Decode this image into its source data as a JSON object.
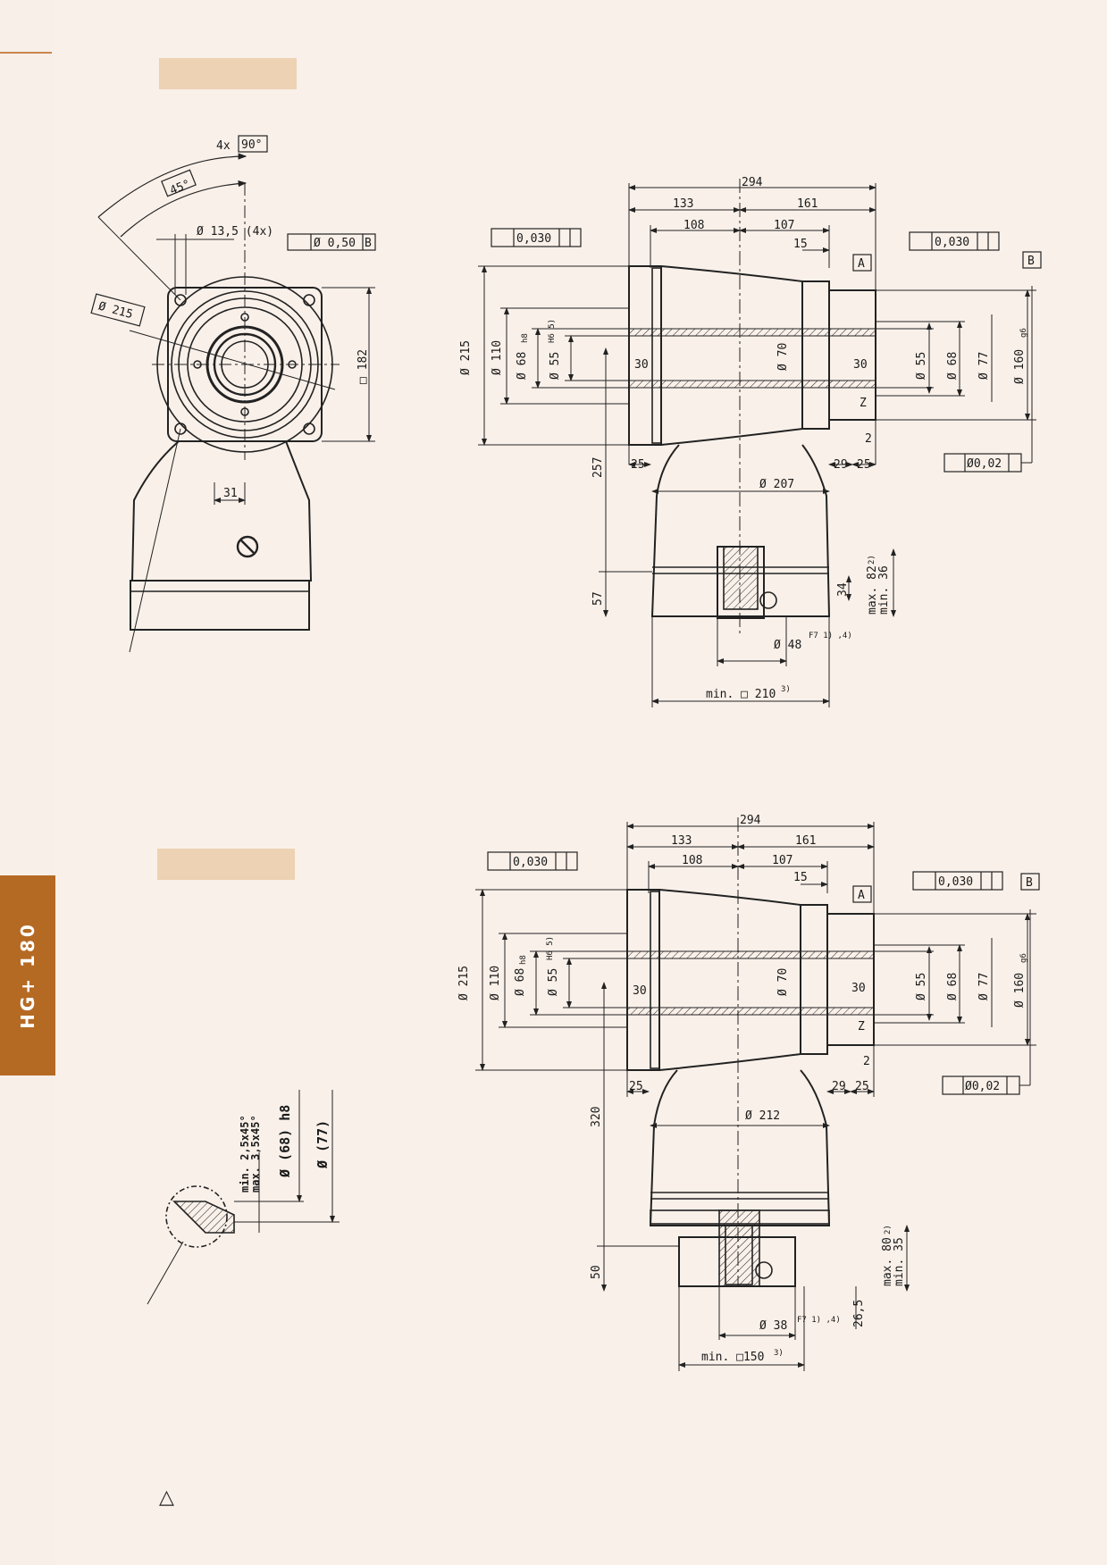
{
  "side_tab": {
    "label": "HG+ 180"
  },
  "drawing_top": {
    "left_view": {
      "count_90": "4x",
      "angle_90": "90°",
      "angle_45": "45°",
      "hole_dim": "Ø 13,5 (4x)",
      "position_tol": "Ø 0,50",
      "datum_b": "B",
      "pitch_circle": "Ø 215",
      "square": "□ 182",
      "offset": "31"
    },
    "right_view": {
      "overall": "294",
      "left_part": "133",
      "right_part": "161",
      "left_inner": "108",
      "right_inner": "107",
      "shoulder": "15",
      "runout_left": "0,030",
      "runout_right": "0,030",
      "datum_a": "A",
      "datum_b": "B",
      "dia_215": "Ø 215",
      "dia_110": "Ø 110",
      "dia_68": "Ø 68",
      "tol_h8": "h8",
      "dia_55": "Ø 55",
      "tol_h6": "H6 5)",
      "dia_70": "Ø 70",
      "bore_30_left": "30",
      "bore_30_right": "30",
      "dia_55_r": "Ø 55",
      "dia_68_r": "Ø 68",
      "dia_77": "Ø 77",
      "dia_160": "Ø 160",
      "tol_g6": "g6",
      "z_mark": "Z",
      "two": "2",
      "perp": "Ø0,02",
      "d25_left": "25",
      "d29": "29",
      "d25_right": "25",
      "h257": "257",
      "dia_207": "Ø 207",
      "h57": "57",
      "d34": "34",
      "max82": "max. 82",
      "min36": "min. 36",
      "foot2": "2)",
      "bore48": "Ø 48",
      "bore48_tol": "F7 1) ,4)",
      "min_sq": "min. □ 210",
      "foot3": "3)"
    }
  },
  "drawing_bottom": {
    "detail": {
      "chamfer_min": "min. 2,5x45°",
      "chamfer_max": "max. 3,5x45°",
      "dia_68": "Ø (68) h8",
      "dia_77": "Ø (77)"
    },
    "right_view": {
      "overall": "294",
      "left_part": "133",
      "right_part": "161",
      "left_inner": "108",
      "right_inner": "107",
      "shoulder": "15",
      "runout_left": "0,030",
      "runout_right": "0,030",
      "datum_a": "A",
      "datum_b": "B",
      "dia_215": "Ø 215",
      "dia_110": "Ø 110",
      "dia_68": "Ø 68",
      "tol_h8": "h8",
      "dia_55": "Ø 55",
      "tol_h6": "H6 5)",
      "dia_70": "Ø 70",
      "bore_30_left": "30",
      "bore_30_right": "30",
      "dia_55_r": "Ø 55",
      "dia_68_r": "Ø 68",
      "dia_77": "Ø 77",
      "dia_160": "Ø 160",
      "tol_g6": "g6",
      "z_mark": "Z",
      "two": "2",
      "perp": "Ø0,02",
      "d25_left": "25",
      "d29": "29",
      "d25_right": "25",
      "h320": "320",
      "dia_212": "Ø 212",
      "h50": "50",
      "max80": "max. 80",
      "min35": "min. 35",
      "foot2": "2)",
      "bore38": "Ø 38",
      "bore38_tol": "F7 1) ,4)",
      "d265": "26,5",
      "min_sq": "min. □150",
      "foot3": "3)"
    }
  },
  "footer": {
    "symbol": "△"
  }
}
